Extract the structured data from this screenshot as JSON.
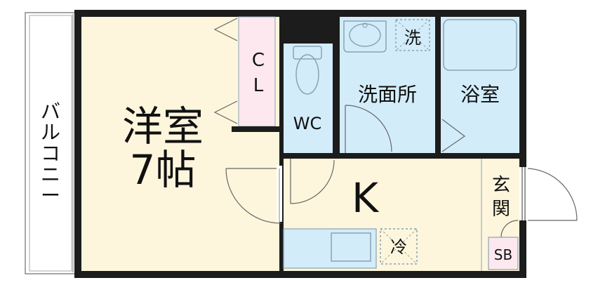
{
  "rooms": {
    "western_room_name": "洋室",
    "western_room_size": "7帖",
    "closet": [
      "C",
      "L"
    ],
    "toilet": "WC",
    "washroom": "洗面所",
    "bathroom": "浴室",
    "kitchen": "K",
    "entrance": [
      "玄",
      "関"
    ],
    "shoe_box": "SB",
    "balcony": [
      "バ",
      "ル",
      "コ",
      "ニ",
      "ー"
    ]
  },
  "fixtures": {
    "washer_space": "洗",
    "fridge_space": "冷"
  },
  "colors": {
    "wall": "#1c1c1c",
    "western_room": "#fdf6dc",
    "kitchen": "#fdf6dc",
    "water_area": "#d3ecfa",
    "closet": "#fde8ef",
    "outline": "#8aa3b3"
  }
}
